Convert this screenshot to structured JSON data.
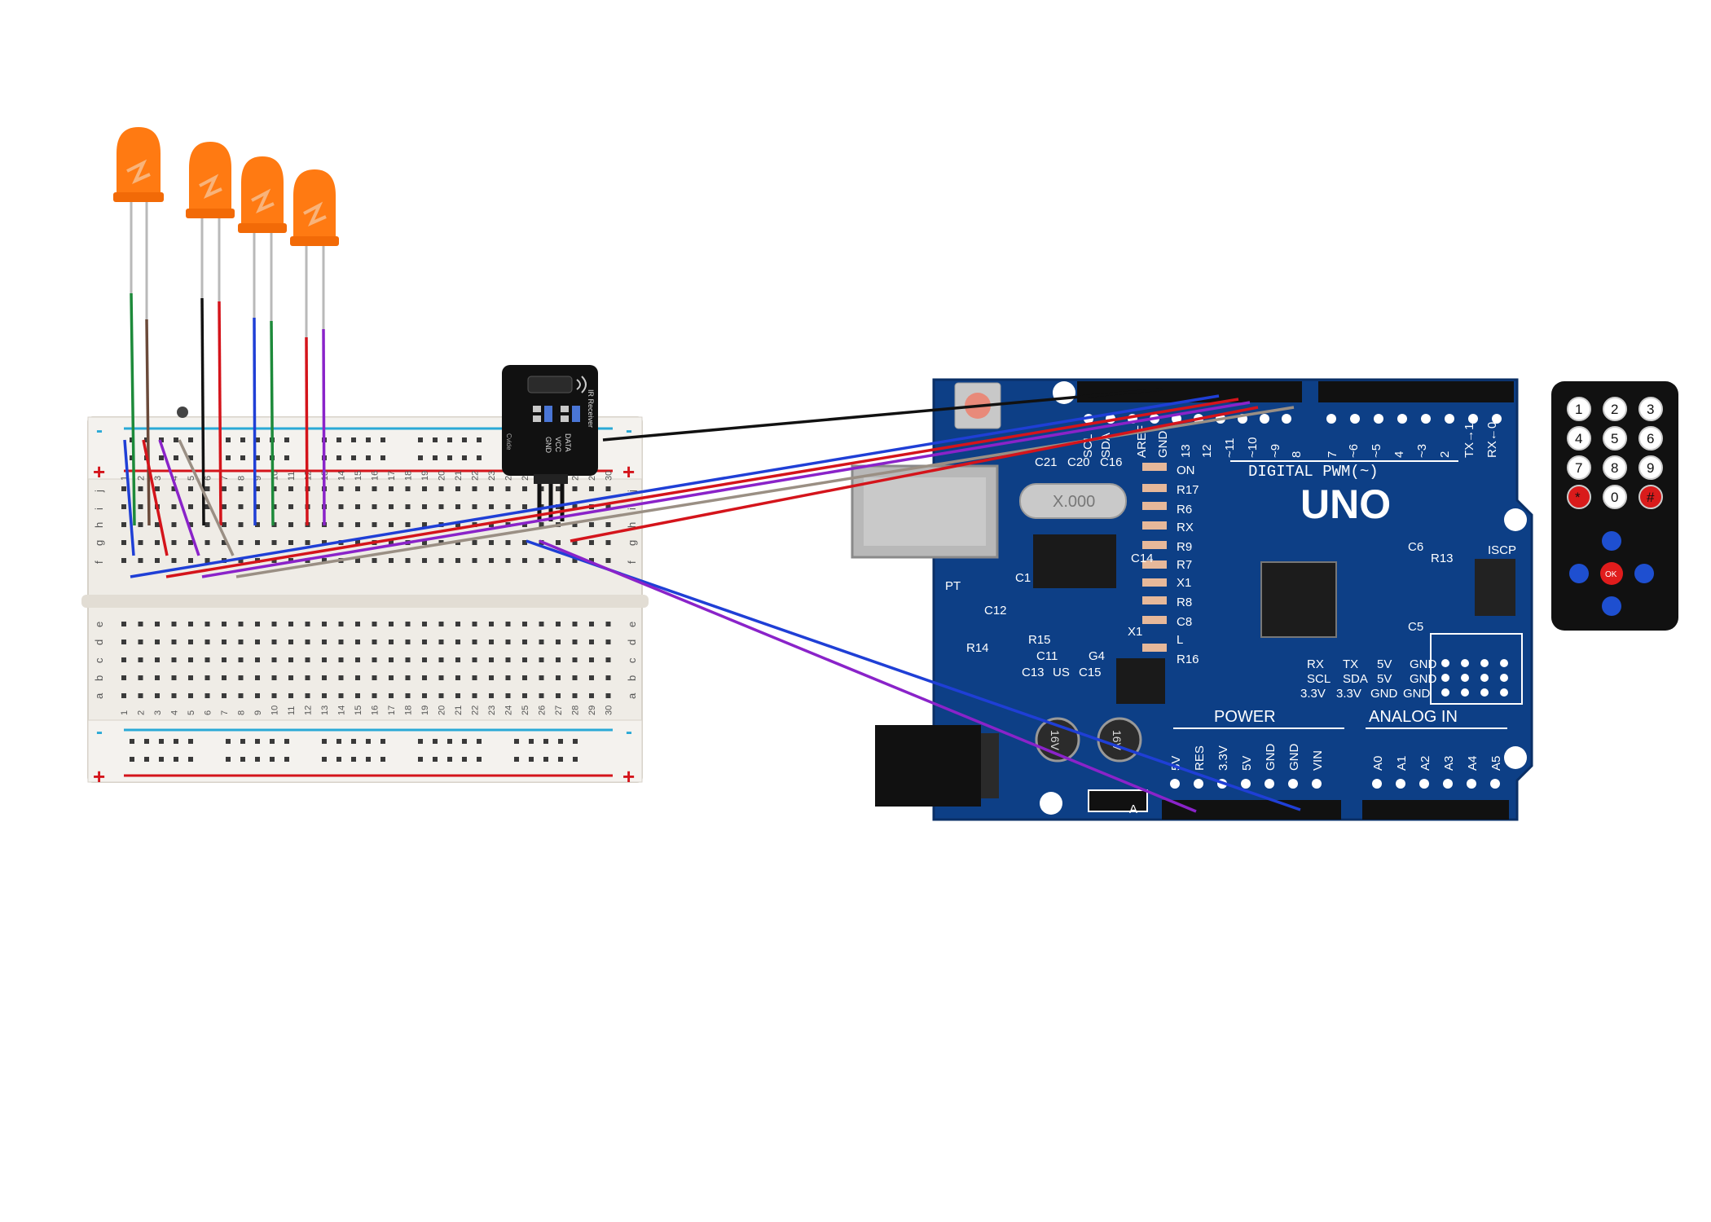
{
  "breadboard": {
    "rail_plus": "+",
    "rail_minus": "-",
    "row_letters_top": [
      "j",
      "i",
      "h",
      "g",
      "f"
    ],
    "row_letters_bottom": [
      "e",
      "d",
      "c",
      "b",
      "a"
    ],
    "columns": [
      "1",
      "2",
      "3",
      "4",
      "5",
      "6",
      "7",
      "8",
      "9",
      "10",
      "11",
      "12",
      "13",
      "14",
      "15",
      "16",
      "17",
      "18",
      "19",
      "20",
      "21",
      "22",
      "23",
      "24",
      "25",
      "26",
      "27",
      "28",
      "29",
      "30"
    ]
  },
  "ir_module": {
    "title": "IR Receiver",
    "pins": [
      "DATA",
      "VCC",
      "GND"
    ],
    "side_label": "Cvide"
  },
  "arduino": {
    "model": "UNO",
    "digital_label": "DIGITAL PWM(~)",
    "power_label": "POWER",
    "analog_label": "ANALOG IN",
    "crystal": "X.000",
    "top_pins": [
      "SCL",
      "SDA",
      "AREF",
      "GND",
      "13",
      "12",
      "~11",
      "~10",
      "~9",
      "8",
      "7",
      "~6",
      "~5",
      "4",
      "~3",
      "2",
      "TX→1",
      "RX←0"
    ],
    "power_pins": [
      "5V",
      "RES",
      "3.3V",
      "5V",
      "GND",
      "GND",
      "VIN"
    ],
    "analog_pins": [
      "A0",
      "A1",
      "A2",
      "A3",
      "A4",
      "A5"
    ],
    "components": [
      "C21",
      "C20",
      "C16",
      "ON",
      "R17",
      "R6",
      "RX",
      "R9",
      "R7",
      "X1",
      "R8",
      "C8",
      "L",
      "R16",
      "C6",
      "R13",
      "ISCP",
      "C5",
      "PT",
      "C1",
      "C12",
      "R15",
      "R14",
      "C11",
      "G4",
      "X1",
      "C13",
      "US",
      "C15",
      "C14",
      "A"
    ],
    "header_rows": [
      [
        "RX",
        "TX",
        "5V",
        "GND"
      ],
      [
        "SCL",
        "SDA",
        "5V",
        "GND"
      ],
      [
        "3.3V",
        "3.3V",
        "GND",
        "GND"
      ]
    ],
    "cap_label": "16V"
  },
  "remote": {
    "keys": [
      "1",
      "2",
      "3",
      "4",
      "5",
      "6",
      "7",
      "8",
      "9",
      "*",
      "0",
      "#"
    ],
    "ok": "OK"
  },
  "wire_colors": {
    "black": "#111111",
    "red": "#d4141b",
    "blue": "#1f3fd6",
    "purple": "#8a23c9",
    "green": "#1d8a3a",
    "gray": "#9a8f84",
    "brown": "#6b4a3a"
  },
  "accent_colors": {
    "led_orange": "#ff7a12",
    "board_blue": "#0d3f86",
    "breadboard": "#efece6"
  }
}
